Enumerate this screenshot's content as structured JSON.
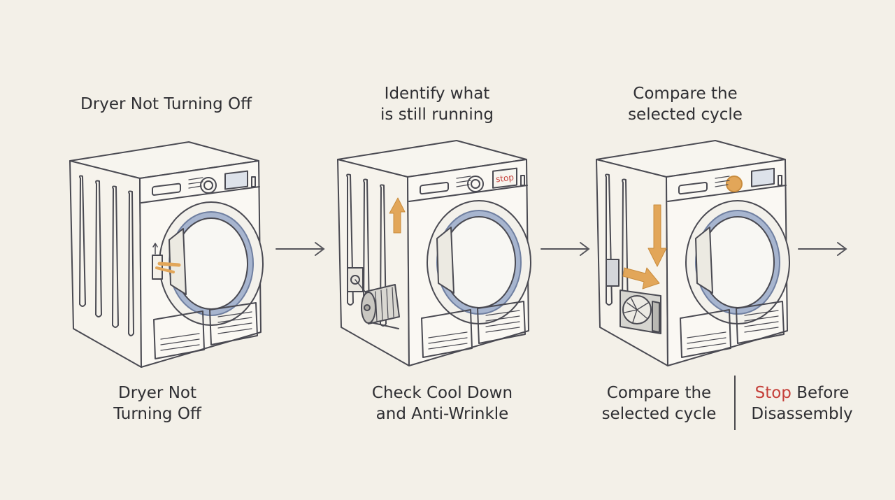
{
  "steps": [
    {
      "title": "Dryer Not Turning Off",
      "caption_line1": "Dryer Not",
      "caption_line2": "Turning Off"
    },
    {
      "title_line1": "Identify what",
      "title_line2": "is still running",
      "caption_line1": "Check Cool Down",
      "caption_line2": "and Anti-Wrinkle",
      "panel_label": "stop"
    },
    {
      "title_line1": "Compare the",
      "title_line2": "selected cycle",
      "caption_line1": "Compare the",
      "caption_line2": "selected cycle"
    }
  ],
  "final_note": {
    "highlight": "Stop",
    "rest_line1": " Before",
    "line2": "Disassembly"
  },
  "icons": [
    "dryer-illustration",
    "door-latch-icon",
    "motor-icon",
    "fan-icon",
    "arrow-right-icon",
    "arrow-up-icon",
    "arrow-down-icon"
  ],
  "colors": {
    "background": "#f3f0e8",
    "line": "#4a4a52",
    "drum_blue": "#7b8fb3",
    "accent_orange": "#e2a659",
    "stop_red": "#c5403a"
  }
}
